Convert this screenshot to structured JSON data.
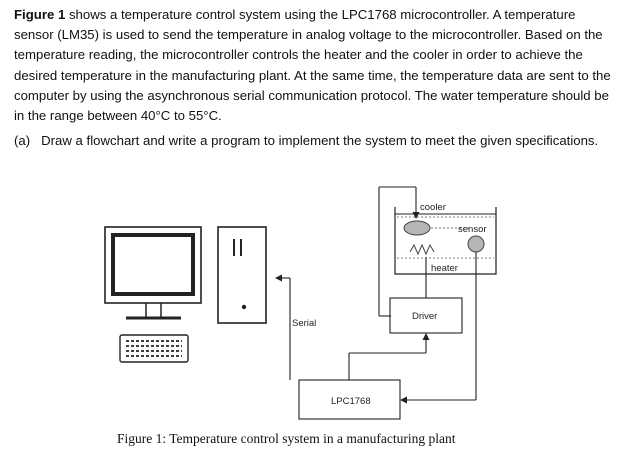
{
  "intro": {
    "figure_ref": "Figure 1",
    "text": " shows a temperature control system using the LPC1768 microcontroller. A temperature sensor (LM35) is used to send the temperature in analog voltage to the microcontroller. Based on the temperature reading, the microcontroller controls the heater and the cooler in order to achieve the desired temperature in the manufacturing plant. At the same time, the temperature data are sent to the computer by using the asynchronous serial communication protocol. The water temperature should be in the range between 40°C to 55°C."
  },
  "question": {
    "label": "(a)",
    "text": "Draw a flowchart and write a program to implement the system to meet the given specifications."
  },
  "diagram": {
    "cooler_label": "cooler",
    "sensor_label": "sensor",
    "heater_label": "heater",
    "driver_label": "Driver",
    "serial_label": "Serial",
    "mcu_label": "LPC1768",
    "caption": "Figure 1: Temperature control system in a manufacturing plant"
  }
}
